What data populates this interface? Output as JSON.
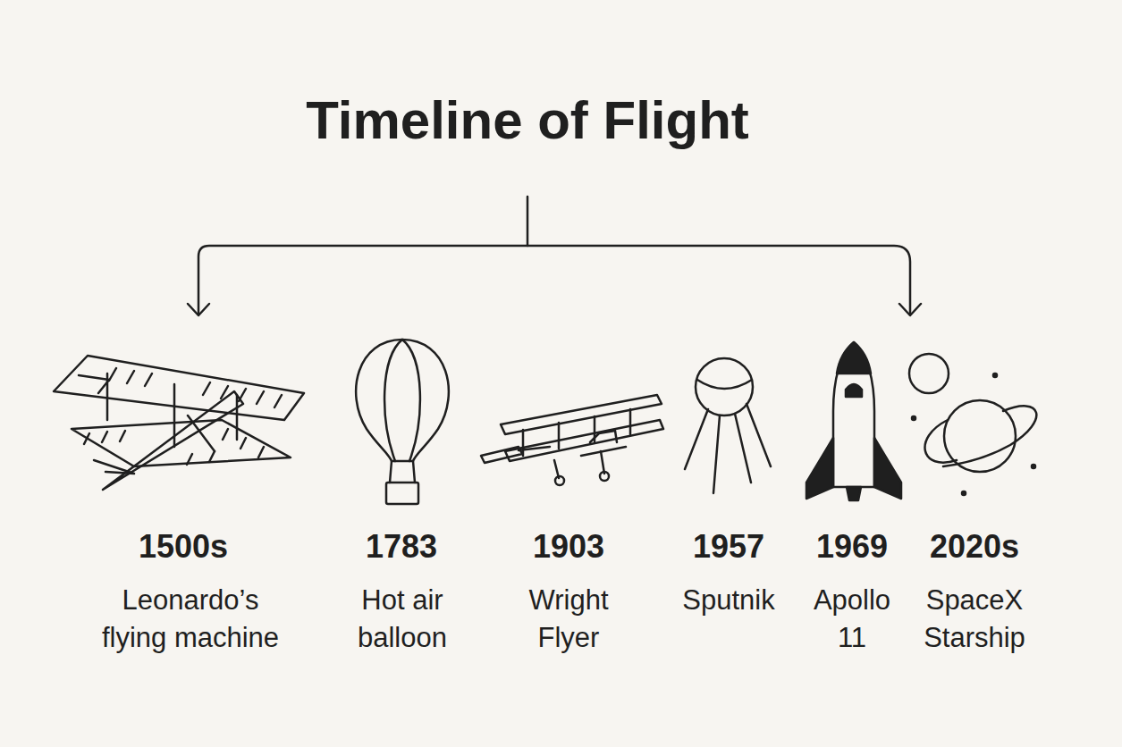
{
  "diagram": {
    "title": "Timeline of Flight",
    "labels": [
      "1500s",
      "Leonardo’s flying machine",
      "1783",
      "Hot air balloon",
      "1903",
      "Wright Flyer",
      "1957",
      "Sputnik",
      "1969",
      "Apollo 11",
      "2020s",
      "SpaceX Starship"
    ]
  }
}
